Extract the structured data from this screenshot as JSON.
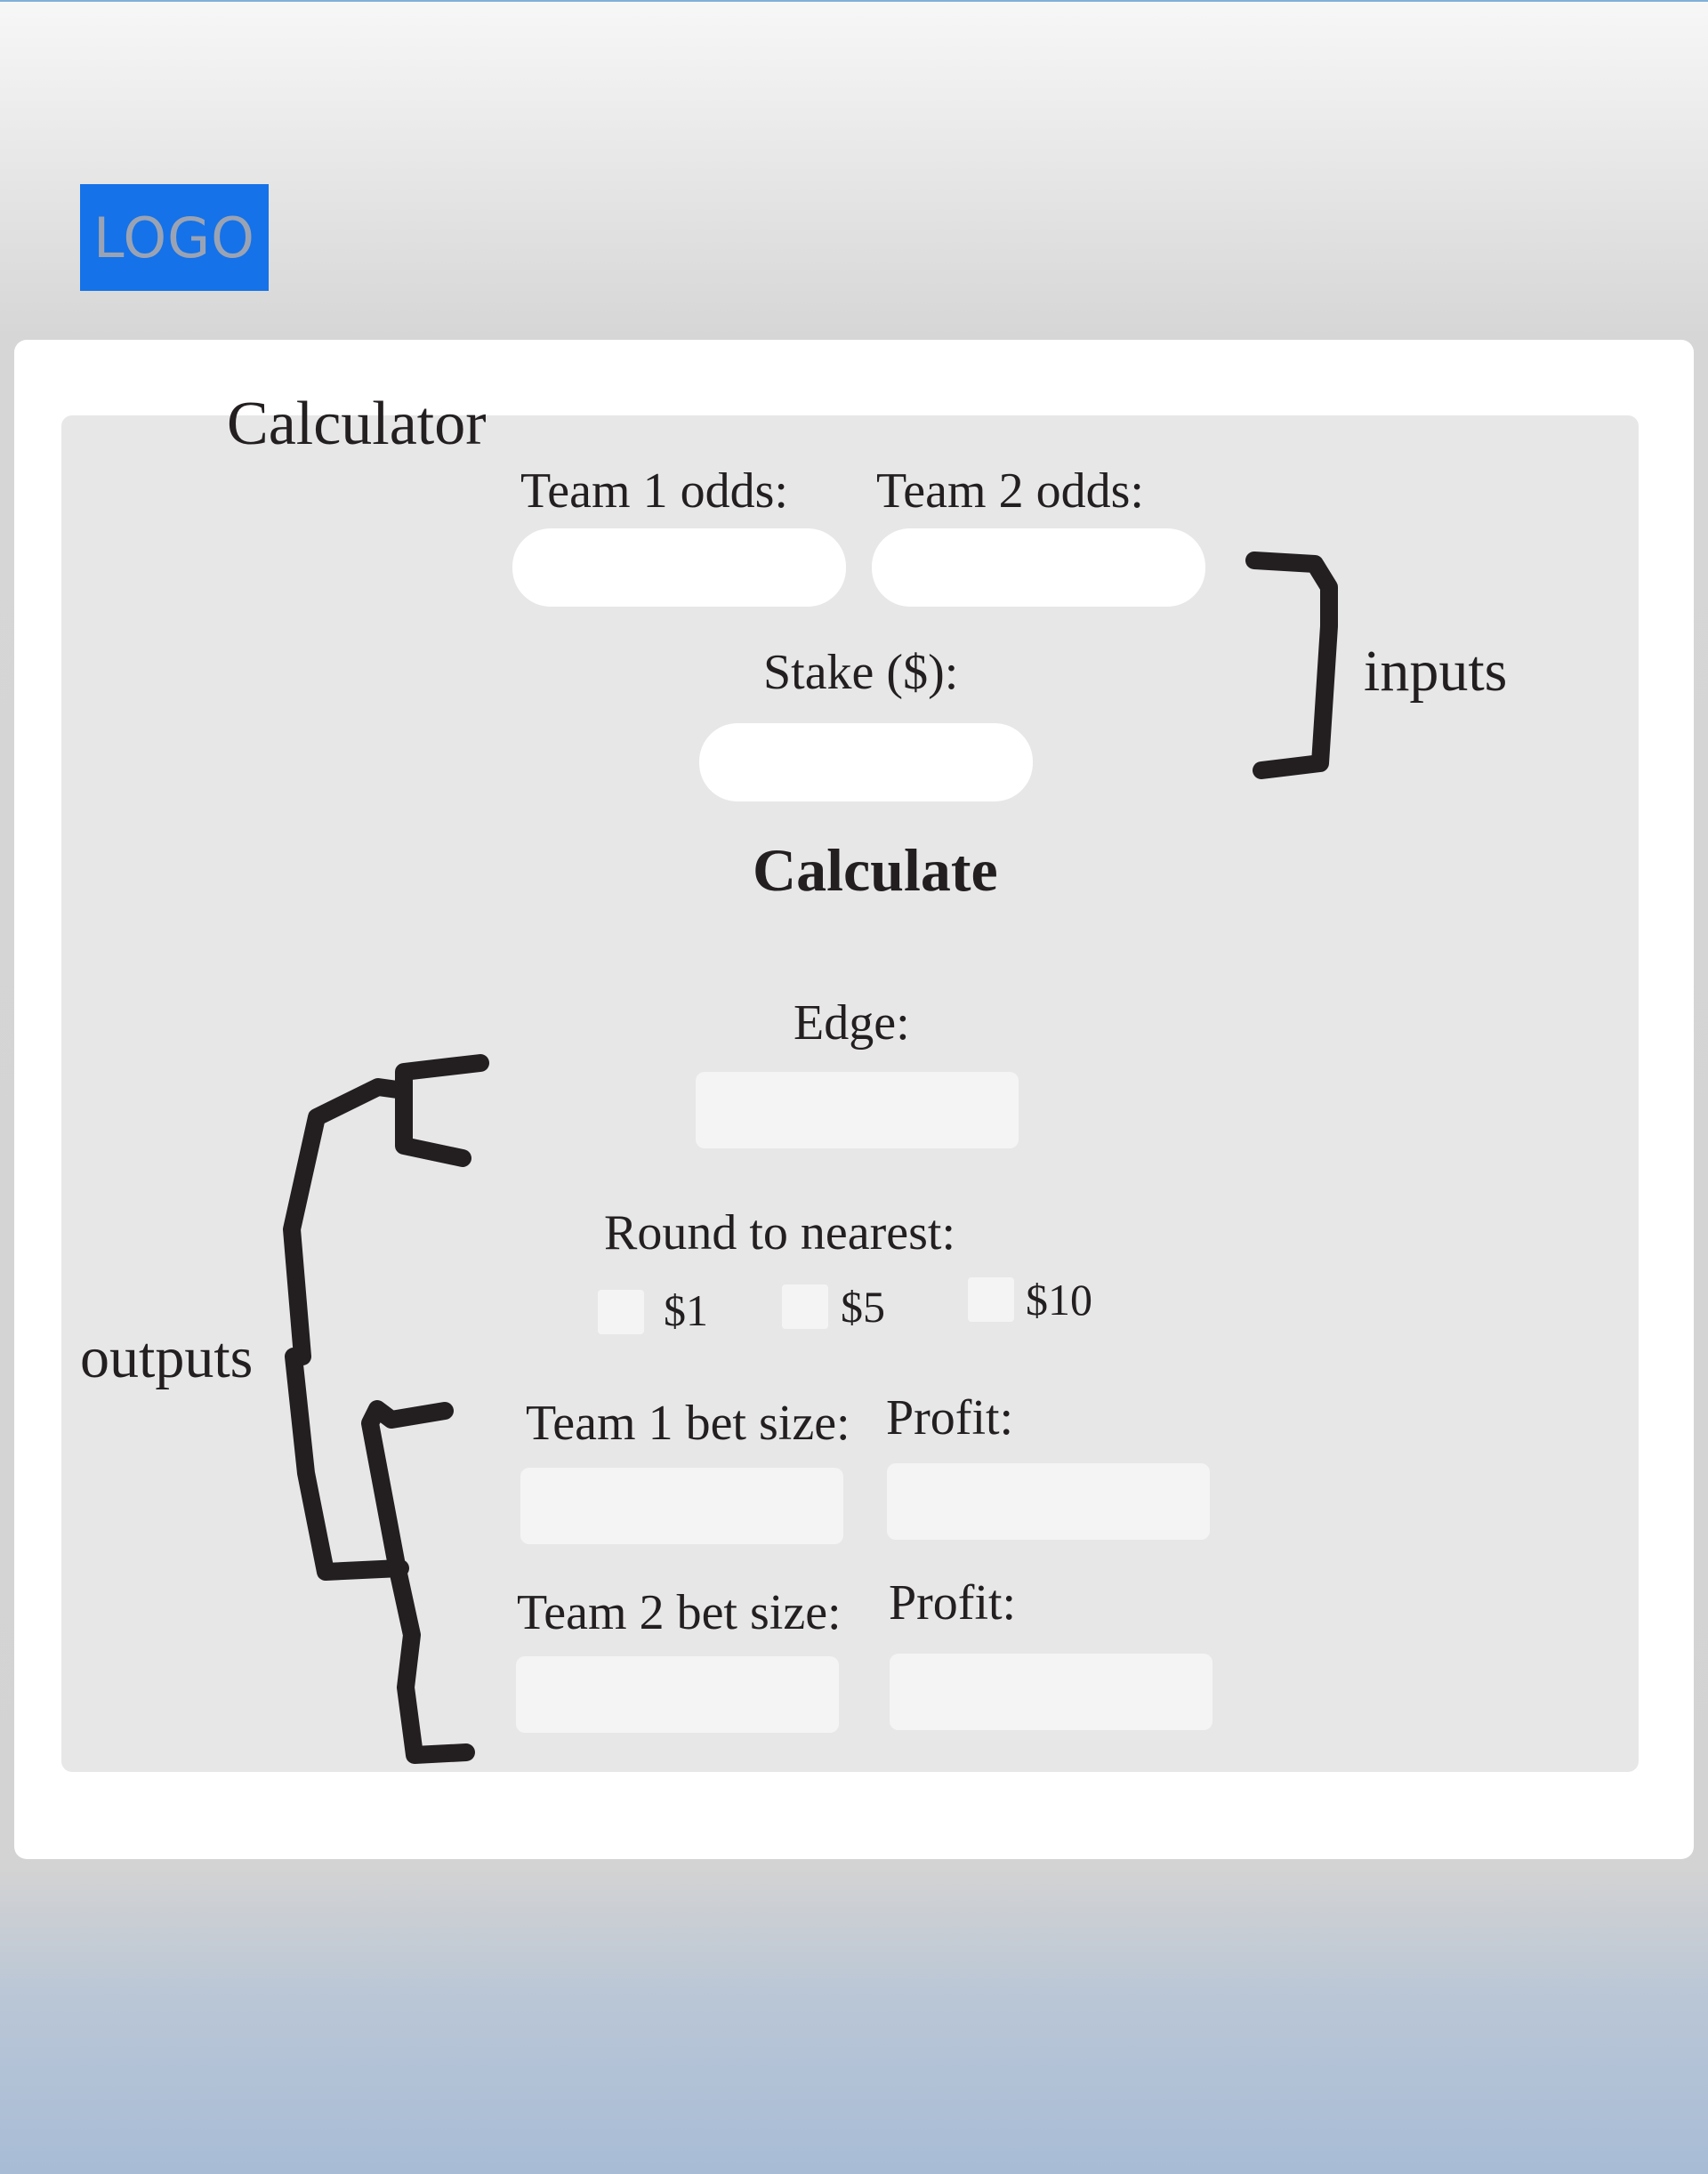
{
  "header": {
    "logo_text": "LOGO"
  },
  "calculator": {
    "title": "Calculator",
    "inputs": {
      "team1_odds_label": "Team 1 odds:",
      "team2_odds_label": "Team 2 odds:",
      "stake_label": "Stake ($):",
      "team1_odds_value": "",
      "team2_odds_value": "",
      "stake_value": ""
    },
    "calculate_label": "Calculate",
    "outputs": {
      "edge_label": "Edge:",
      "round_label": "Round to nearest:",
      "round_options": [
        "$1",
        "$5",
        "$10"
      ],
      "team1_bet_label": "Team 1 bet size:",
      "team1_profit_label": "Profit:",
      "team2_bet_label": "Team 2 bet size:",
      "team2_profit_label": "Profit:"
    }
  },
  "annotations": {
    "inputs_note": "inputs",
    "outputs_note": "outputs"
  },
  "colors": {
    "logo_bg": "#1572e8",
    "panel_bg": "#e7e7e7",
    "ink": "#231f20"
  }
}
